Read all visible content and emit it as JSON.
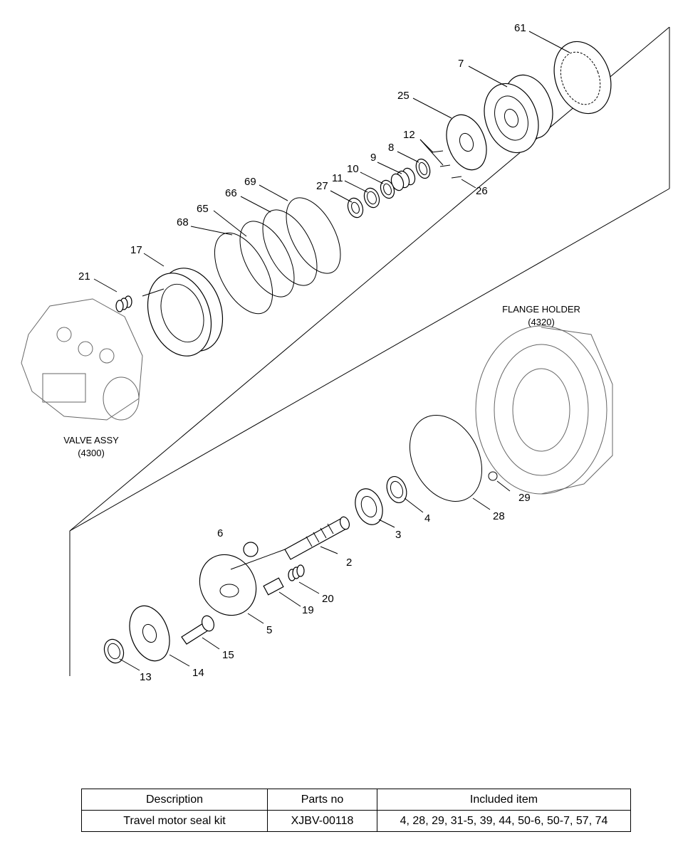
{
  "callouts": {
    "p61": "61",
    "p7": "7",
    "p25": "25",
    "p12": "12",
    "p8": "8",
    "p9": "9",
    "p10": "10",
    "p11": "11",
    "p27": "27",
    "p26": "26",
    "p69": "69",
    "p66": "66",
    "p65": "65",
    "p68": "68",
    "p17": "17",
    "p21": "21",
    "p6": "6",
    "p2": "2",
    "p3": "3",
    "p4": "4",
    "p28": "28",
    "p29": "29",
    "p20": "20",
    "p19": "19",
    "p5": "5",
    "p15": "15",
    "p14": "14",
    "p13": "13"
  },
  "captions": {
    "flange_holder_name": "FLANGE HOLDER",
    "flange_holder_code": "(4320)",
    "valve_assy_name": "VALVE ASSY",
    "valve_assy_code": "(4300)"
  },
  "table": {
    "headers": [
      "Description",
      "Parts no",
      "Included item"
    ],
    "rows": [
      [
        "Travel motor seal kit",
        "XJBV-00118",
        "4, 28, 29, 31-5, 39, 44, 50-6, 50-7, 57, 74"
      ]
    ]
  }
}
